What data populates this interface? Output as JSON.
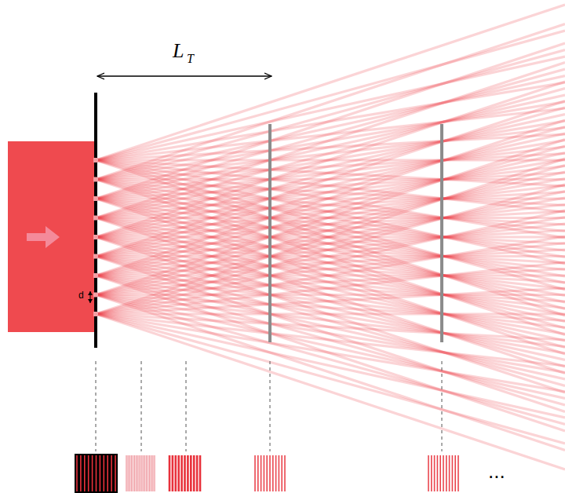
{
  "diagram": {
    "labels": [
      "L",
      "T",
      "d",
      "..."
    ]
  }
}
